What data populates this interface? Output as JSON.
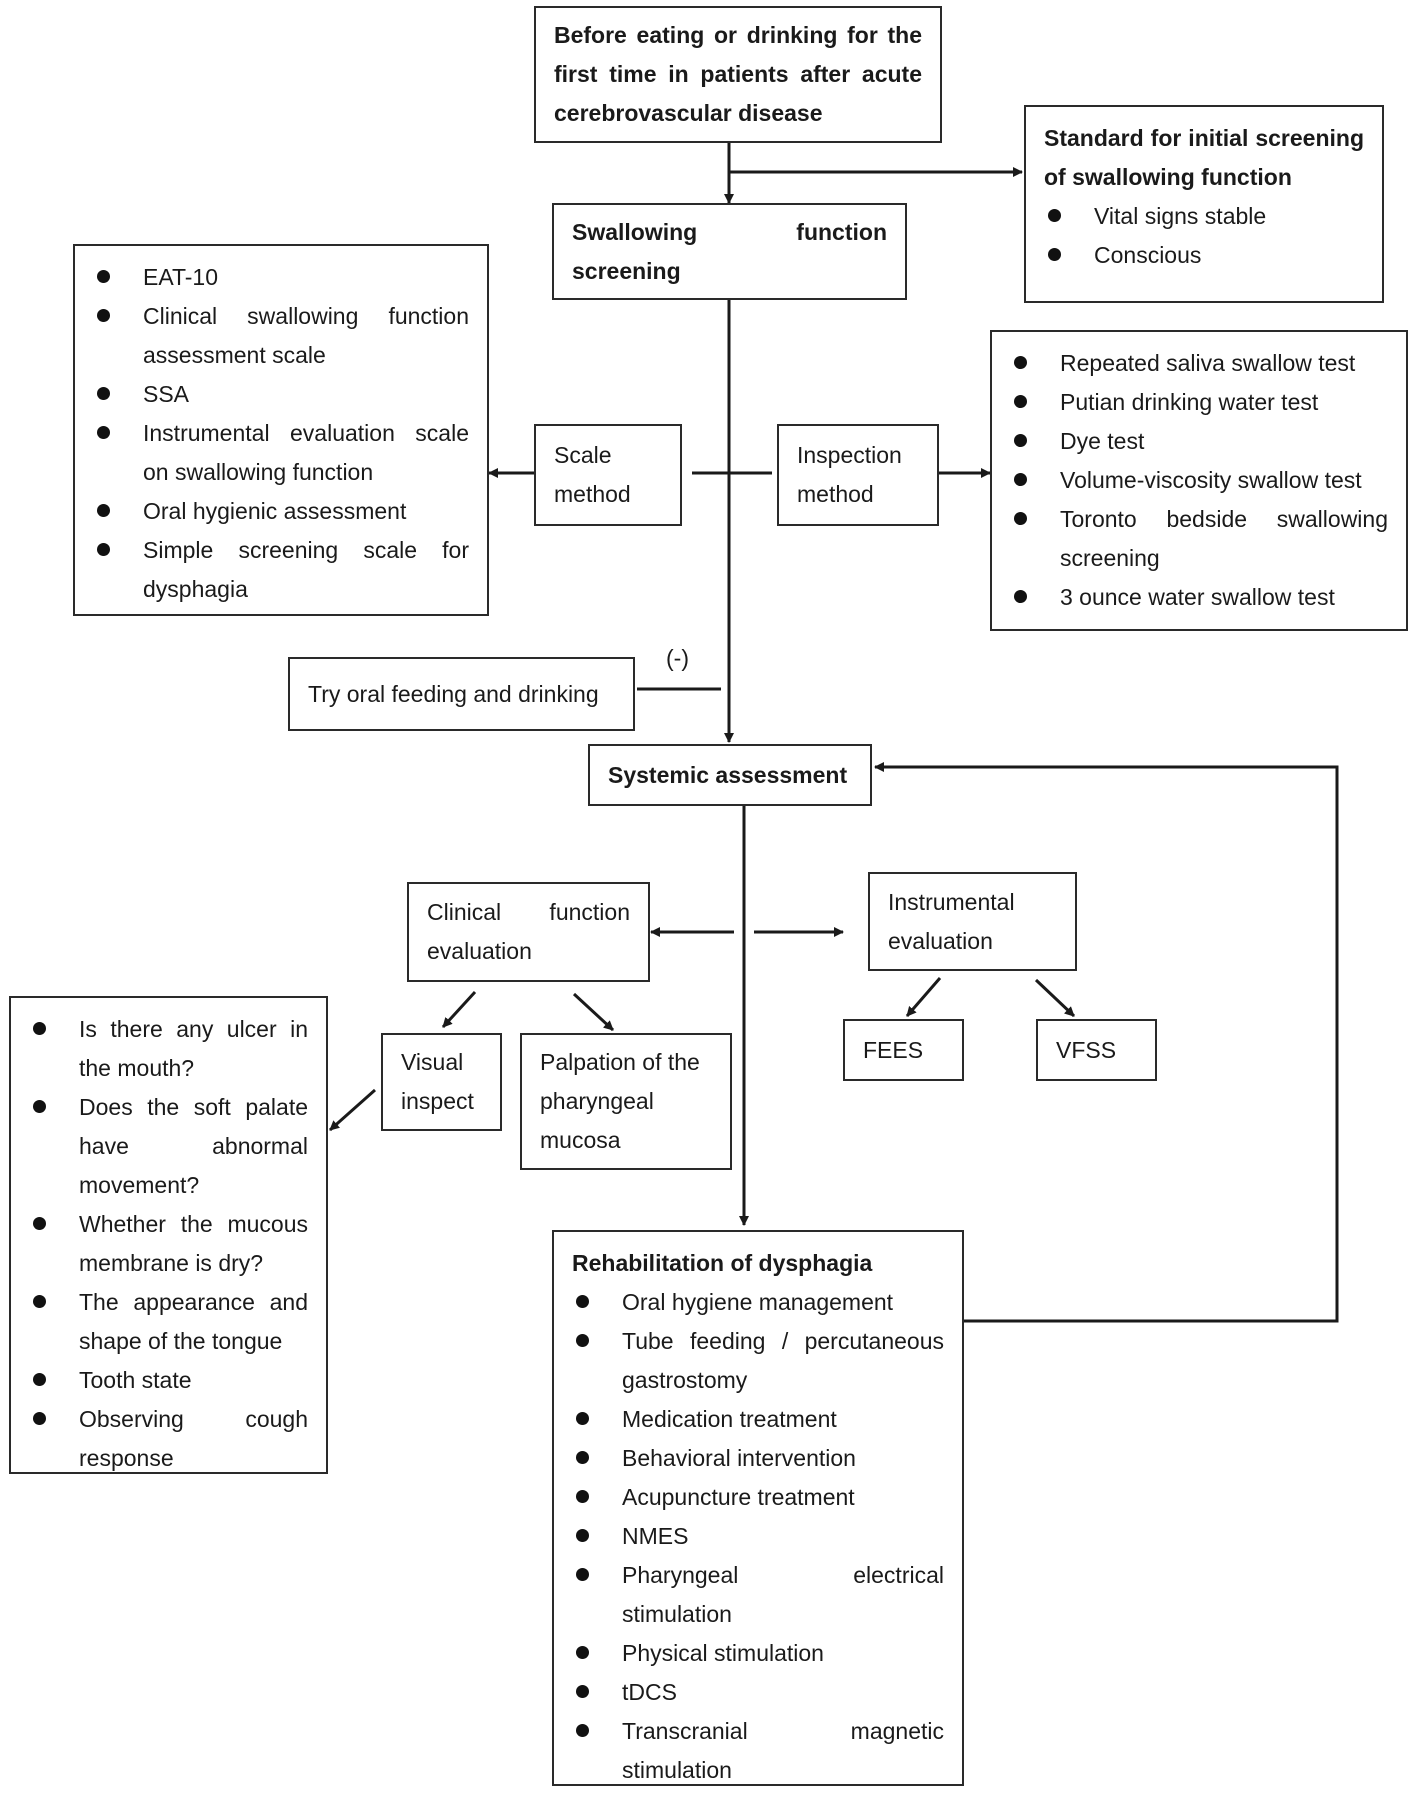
{
  "start": {
    "title": "Before eating or drinking for the first time in patients after acute cerebrovascular disease"
  },
  "standard": {
    "title": "Standard for initial screening of swallowing function",
    "items": [
      "Vital signs stable",
      "Conscious"
    ]
  },
  "screening": {
    "title": "Swallowing function screening"
  },
  "scale_method": {
    "label": "Scale method",
    "items": [
      "EAT-10",
      "Clinical swallowing function assessment scale",
      "SSA",
      "Instrumental evaluation scale on swallowing function",
      "Oral hygienic assessment",
      "Simple screening scale for dysphagia"
    ]
  },
  "inspection_method": {
    "label": "Inspection method",
    "items": [
      "Repeated saliva swallow test",
      "Putian drinking water test",
      "Dye test",
      "Volume-viscosity swallow test",
      "Toronto bedside swallowing screening",
      "3 ounce water swallow test"
    ]
  },
  "try_oral": {
    "label": "Try oral feeding and drinking",
    "negative_label": "(-)"
  },
  "systemic": {
    "title": "Systemic assessment"
  },
  "clinical_eval": {
    "label": "Clinical function evaluation"
  },
  "instrumental_eval": {
    "label": "Instrumental evaluation",
    "children": [
      "FEES",
      "VFSS"
    ]
  },
  "visual_inspect": {
    "label": "Visual inspect",
    "items": [
      "Is there any ulcer in the mouth?",
      "Does the soft palate have abnormal movement?",
      "Whether the mucous membrane is dry?",
      "The appearance and shape of the tongue",
      "Tooth state",
      "Observing cough response"
    ]
  },
  "palpation": {
    "label": "Palpation of the pharyngeal mucosa"
  },
  "rehab": {
    "title": "Rehabilitation of dysphagia",
    "items": [
      "Oral hygiene management",
      "Tube feeding / percutaneous gastrostomy",
      "Medication treatment",
      "Behavioral intervention",
      "Acupuncture treatment",
      "NMES",
      "Pharyngeal electrical stimulation",
      "Physical stimulation",
      "tDCS",
      "Transcranial magnetic stimulation"
    ]
  }
}
